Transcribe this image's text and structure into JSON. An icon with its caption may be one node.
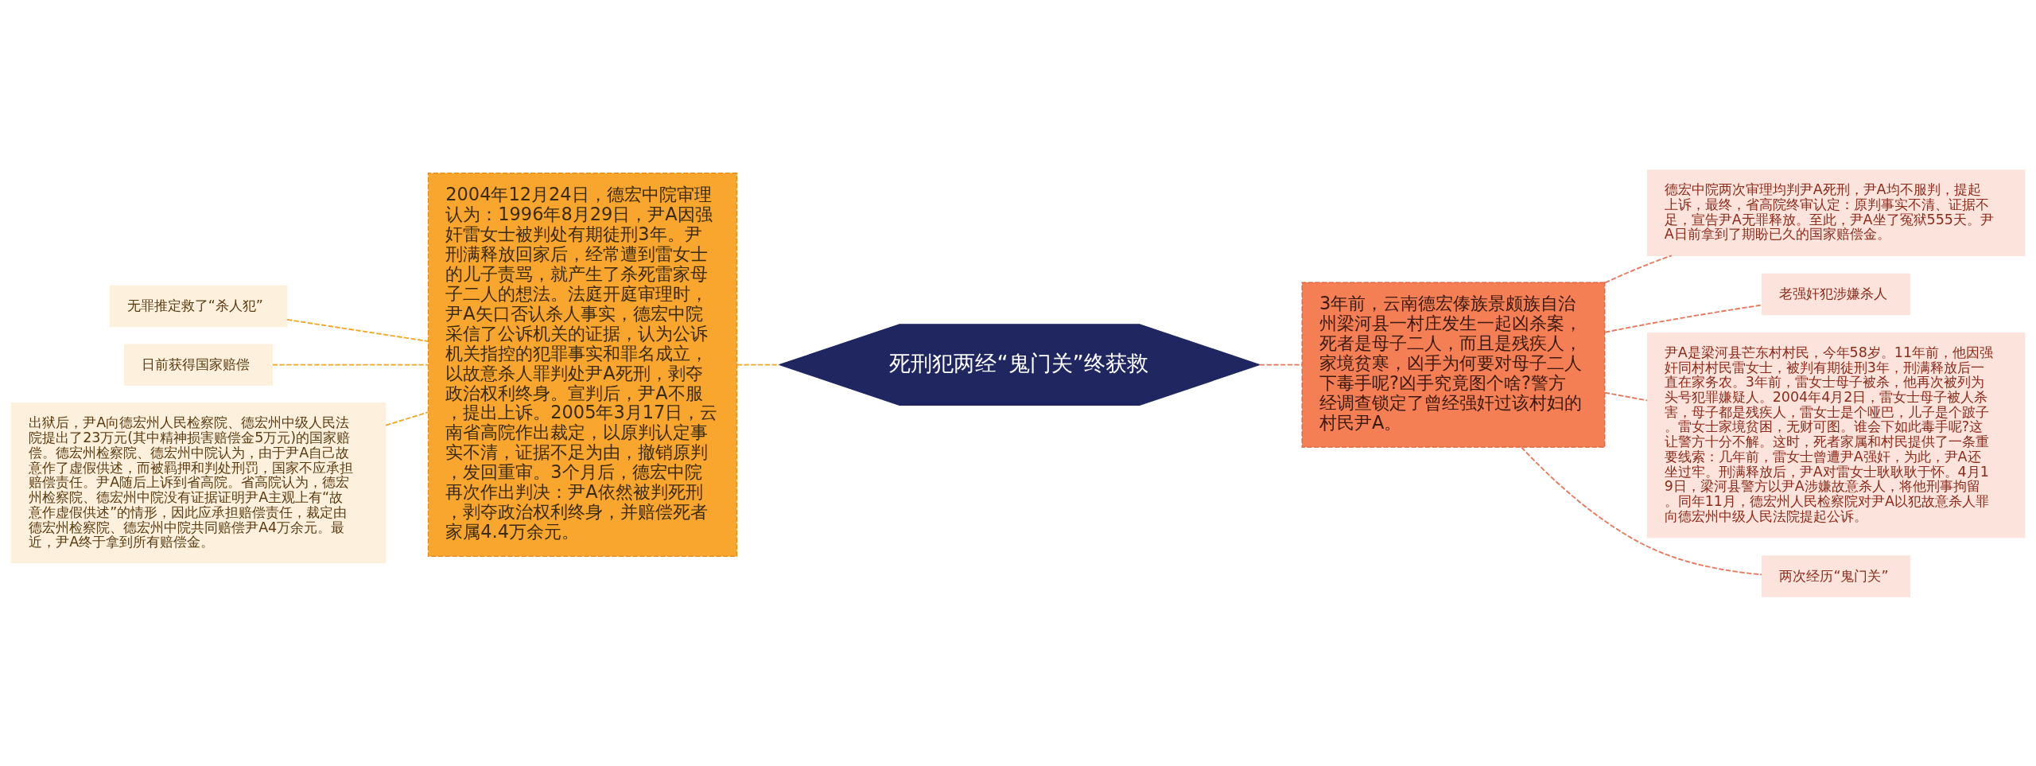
{
  "diagram": {
    "nodes": [
      {
        "text": [
          "死刑犯两经“鬼门关”终获救"
        ]
      },
      {
        "text": [
          "2004年12月24日，德宏中院审理认为：1996年8月29日，尹A因强奸雷女士被判处有期徒刑3年。尹刑满释放回家后，经常遭到雷女士的儿子责骂，就产生了杀死雷家母子二人的想法。法庭开庭审理时，尹A矢口否认杀人事实，德宏中院采信了公诉机关的证据，认为公诉机关指控的犯罪事实和罪名成立，以故意杀人罪判处尹A死刑，剥夺政治权利终身。宣判后，尹A不服，提出上诉。2005年3月17日，云南省高院作出裁定，以原判认定事实不清，证据不足为由，撤销原判，发回重审。3个月后，德宏中院再次作出判决：尹A依然被判死刑，剥夺政治权利终身，并赔偿死者家属4.4万余元。"
        ]
      },
      {
        "text": [
          "无罪推定救了“杀人犯”"
        ]
      },
      {
        "text": [
          "日前获得国家赔偿"
        ]
      },
      {
        "text": [
          "出狱后，尹A向德宏州人民检察院、德宏州中级人民法院提出了23万元(其中精神损害赔偿金5万元)的国家赔偿。德宏州检察院、德宏州中院认为，由于尹A自己故意作了虚假供述，而被羁押和判处刑罚，国家不应承担赔偿责任。尹A随后上诉到省高院。省高院认为，德宏州检察院、德宏州中院没有证据证明尹A主观上有“故意作虚假供述”的情形，因此应承担赔偿责任，裁定由德宏州检察院、德宏州中院共同赔偿尹A4万余元。最近，尹A终于拿到所有赔偿金。"
        ]
      },
      {
        "text": [
          "3年前，云南德宏傣族景颇族自治州梁河县一村庄发生一起凶杀案，死者是母子二人，而且是残疾人，家境贫寒，凶手为何要对母子二人下毒手呢?凶手究竟图个啥?警方经调查锁定了曾经强奸过该村妇的村民尹A。"
        ]
      },
      {
        "text": [
          "德宏中院两次审理均判尹A死刑，尹A均不服判，提起上诉，最终，省高院终审认定：原判事实不清、证据不足，宣告尹A无罪释放。至此，尹A坐了冤狱555天。尹A日前拿到了期盼已久的国家赔偿金。"
        ]
      },
      {
        "text": [
          "老强奸犯涉嫌杀人"
        ]
      },
      {
        "text": [
          "尹A是梁河县芒东村村民，今年58岁。11年前，他因强奸同村村民雷女士，被判有期徒刑3年，刑满释放后一直在家务农。3年前，雷女士母子被杀，他再次被列为头号犯罪嫌疑人。2004年4月2日，雷女士母子被人杀害，母子都是残疾人，雷女士是个哑巴，儿子是个跛子。雷女士家境贫困，无财可图。谁会下如此毒手呢?这让警方十分不解。这时，死者家属和村民提供了一条重要线索：几年前，雷女士曾遭尹A强奸，为此，尹A还坐过牢。刑满释放后，尹A对雷女士耿耿耿于怀。4月19日，梁河县警方以尹A涉嫌故意杀人，将他刑事拘留。同年11月，德宏州人民检察院对尹A以犯故意杀人罪向德宏州中级人民法院提起公诉。"
        ]
      },
      {
        "text": [
          "两次经历“鬼门关”"
        ]
      }
    ],
    "edges": [
      {
        "from": 0,
        "to": 1,
        "arrow": "none",
        "style": "dashed",
        "color": "#f5a623"
      },
      {
        "from": 1,
        "to": 2,
        "arrow": "none",
        "style": "dashed",
        "color": "#f5a623"
      },
      {
        "from": 1,
        "to": 3,
        "arrow": "none",
        "style": "dashed",
        "color": "#f5a623"
      },
      {
        "from": 1,
        "to": 4,
        "arrow": "none",
        "style": "dashed",
        "color": "#f5a623"
      },
      {
        "from": 0,
        "to": 5,
        "arrow": "none",
        "style": "dashed",
        "color": "#e8775a"
      },
      {
        "from": 5,
        "to": 6,
        "arrow": "none",
        "style": "dashed",
        "color": "#e8775a"
      },
      {
        "from": 5,
        "to": 7,
        "arrow": "none",
        "style": "dashed",
        "color": "#e8775a"
      },
      {
        "from": 5,
        "to": 8,
        "arrow": "none",
        "style": "dashed",
        "color": "#e8775a"
      },
      {
        "from": 5,
        "to": 9,
        "arrow": "none",
        "style": "dashed",
        "color": "#e8775a"
      }
    ]
  }
}
